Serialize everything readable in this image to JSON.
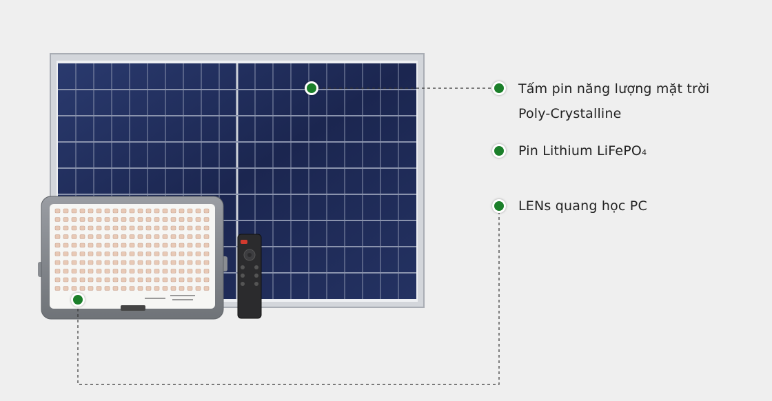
{
  "callouts": [
    {
      "line1": "Tấm pin năng lượng mặt trời",
      "line2": "Poly-Crystalline"
    },
    {
      "main": "Pin Lithium LiFePO",
      "sub": "4"
    },
    {
      "line1": "LENs quang học PC"
    }
  ],
  "colors": {
    "marker": "#1b7f2a",
    "panel_cell": "#1e2a55",
    "panel_frame": "#c9ccd2",
    "background": "#efefef"
  },
  "icons": [
    "solar-panel-image",
    "floodlight-image",
    "remote-control-image"
  ]
}
